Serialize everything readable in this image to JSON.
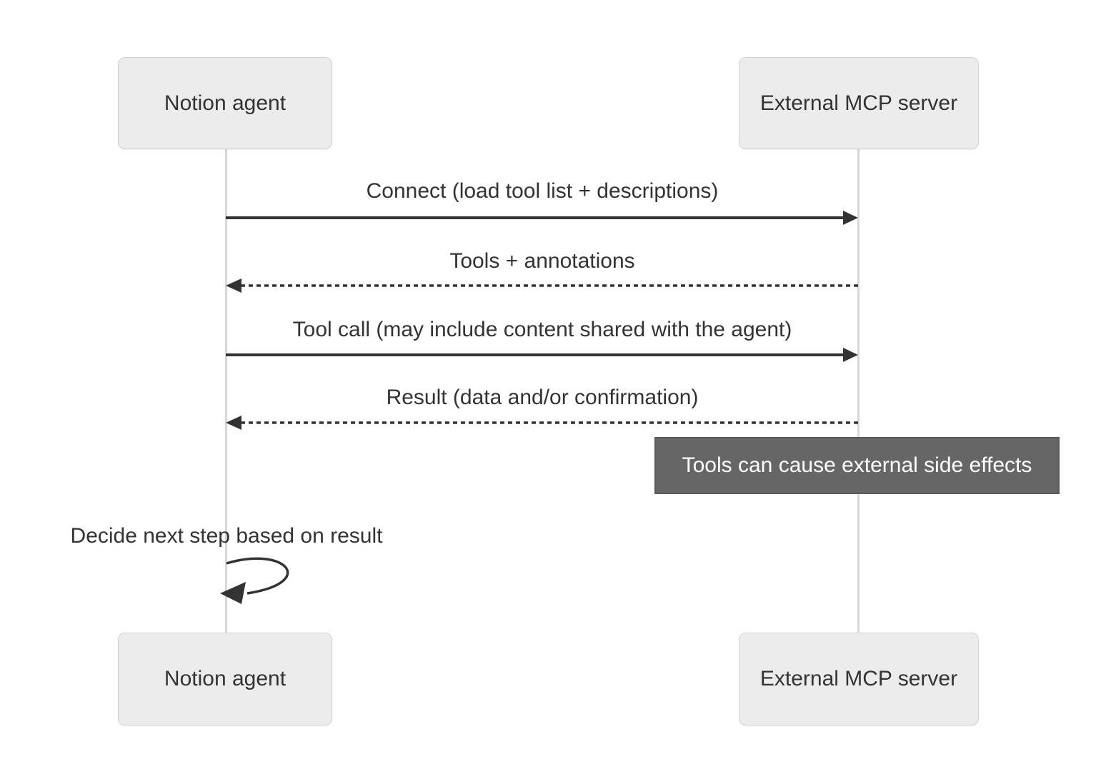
{
  "diagram": {
    "type": "sequence",
    "actors": {
      "left": "Notion agent",
      "right": "External MCP server"
    },
    "messages": [
      {
        "label": "Connect (load tool list + descriptions)",
        "style": "solid",
        "direction": "left-to-right"
      },
      {
        "label": "Tools + annotations",
        "style": "dashed",
        "direction": "right-to-left"
      },
      {
        "label": "Tool call (may include content shared with the agent)",
        "style": "solid",
        "direction": "left-to-right"
      },
      {
        "label": "Result (data and/or confirmation)",
        "style": "dashed",
        "direction": "right-to-left"
      }
    ],
    "note": {
      "label": "Tools can cause external side effects",
      "attached_to": "External MCP server"
    },
    "self_message": {
      "label": "Decide next step based on result",
      "attached_to": "Notion agent"
    },
    "colors": {
      "background": "#ffffff",
      "actor_fill": "#ececec",
      "actor_border": "#d2d2d2",
      "text": "#333333",
      "arrow": "#333333",
      "lifeline": "#d8d8d8",
      "note_fill": "#666667",
      "note_border": "#5b5b5b",
      "note_text": "#ffffff"
    }
  }
}
